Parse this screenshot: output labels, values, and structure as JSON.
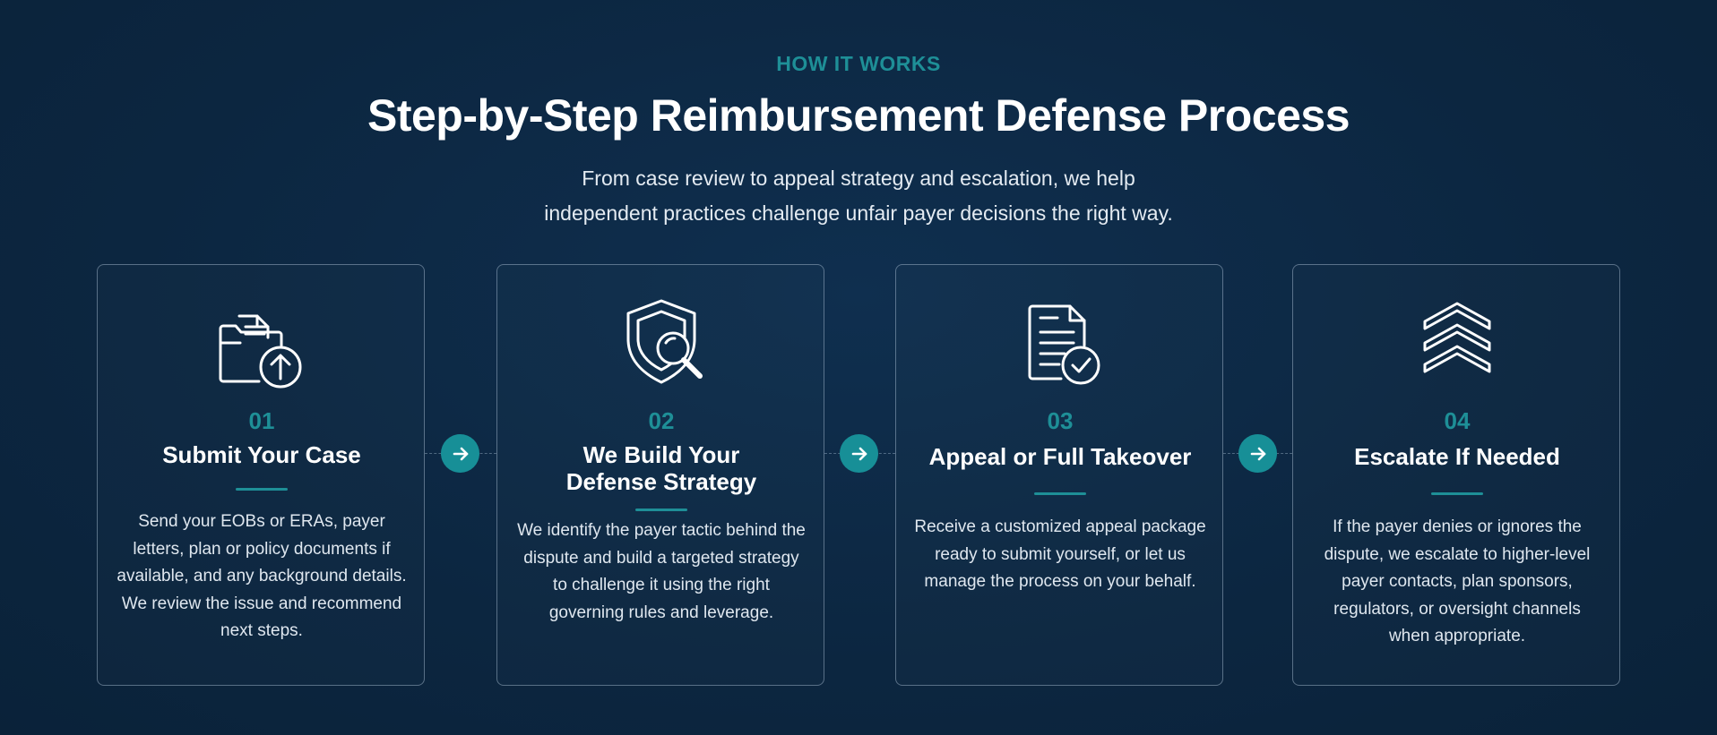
{
  "header": {
    "eyebrow": "HOW IT WORKS",
    "title": "Step-by-Step Reimbursement Defense Process",
    "subtitle_line1": "From case review to appeal strategy and escalation, we help",
    "subtitle_line2": "independent practices challenge unfair payer decisions the right way."
  },
  "colors": {
    "background": "#0d2844",
    "accent": "#1e8f97",
    "text": "#ffffff"
  },
  "steps": [
    {
      "number": "01",
      "title_line1": "Submit Your Case",
      "title_line2": "",
      "icon": "folder-upload-icon",
      "description": "Send your EOBs or ERAs, payer letters, plan or policy documents if available, and any background details. We review the issue and recommend next steps."
    },
    {
      "number": "02",
      "title_line1": "We Build Your",
      "title_line2": "Defense Strategy",
      "icon": "shield-search-icon",
      "description": "We identify the payer tactic behind the dispute and build a targeted strategy to challenge it using the right governing rules and leverage."
    },
    {
      "number": "03",
      "title_line1": "Appeal or Full Takeover",
      "title_line2": "",
      "icon": "document-check-icon",
      "description": "Receive a customized appeal package ready to submit yourself, or let us manage the process on your behalf."
    },
    {
      "number": "04",
      "title_line1": "Escalate If Needed",
      "title_line2": "",
      "icon": "chevrons-up-icon",
      "description": "If the payer denies or ignores the dispute, we escalate to higher-level payer contacts, plan sponsors, regulators, or oversight channels when appropriate."
    }
  ],
  "connectors": [
    {
      "icon": "arrow-right-icon"
    },
    {
      "icon": "arrow-right-icon"
    },
    {
      "icon": "arrow-right-icon"
    }
  ]
}
